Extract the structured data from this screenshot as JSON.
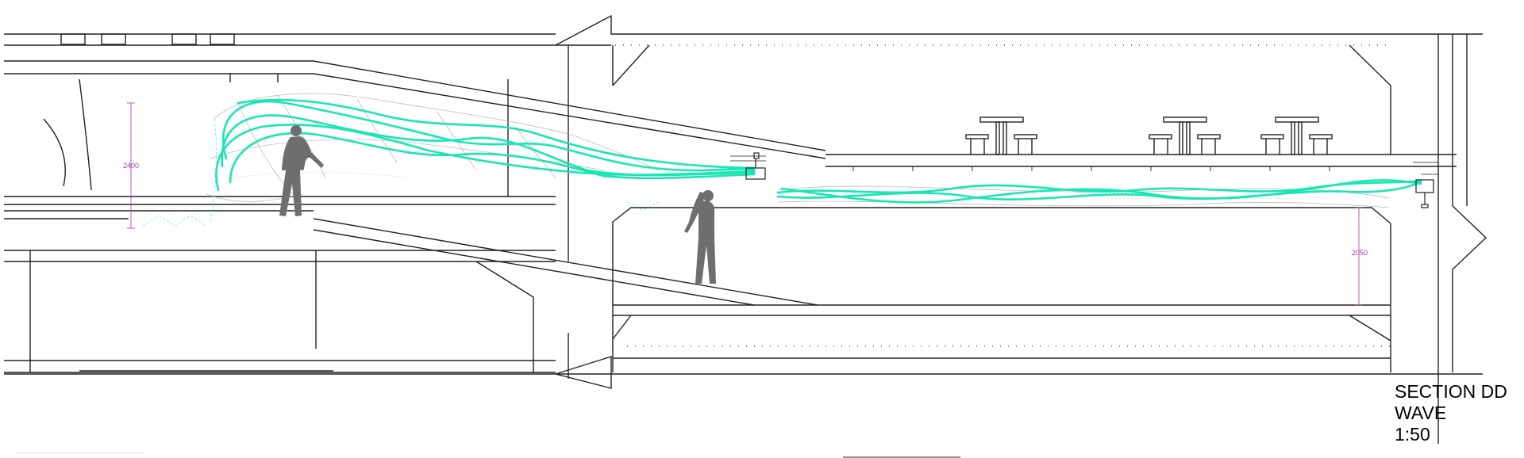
{
  "title": {
    "section": "SECTION DD",
    "name": "WAVE",
    "scale": "1:50"
  },
  "dimensions": {
    "upper_height": "2400",
    "lower_height": "2050"
  },
  "colors": {
    "ink": "#222222",
    "wave": "#19e6b3",
    "mesh": "#b4b4b4",
    "figure": "#6e6e6e",
    "dimension": "#a43aa4",
    "paper": "#ffffff"
  }
}
